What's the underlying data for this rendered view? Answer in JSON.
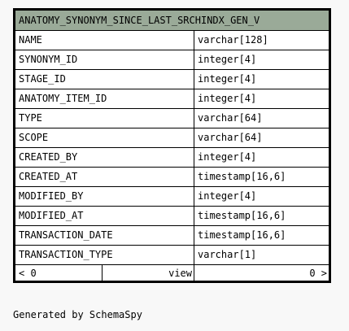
{
  "table": {
    "name": "ANATOMY_SYNONYM_SINCE_LAST_SRCHINDX_GEN_V",
    "columns": [
      {
        "name": "NAME",
        "type": "varchar[128]"
      },
      {
        "name": "SYNONYM_ID",
        "type": "integer[4]"
      },
      {
        "name": "STAGE_ID",
        "type": "integer[4]"
      },
      {
        "name": "ANATOMY_ITEM_ID",
        "type": "integer[4]"
      },
      {
        "name": "TYPE",
        "type": "varchar[64]"
      },
      {
        "name": "SCOPE",
        "type": "varchar[64]"
      },
      {
        "name": "CREATED_BY",
        "type": "integer[4]"
      },
      {
        "name": "CREATED_AT",
        "type": "timestamp[16,6]"
      },
      {
        "name": "MODIFIED_BY",
        "type": "integer[4]"
      },
      {
        "name": "MODIFIED_AT",
        "type": "timestamp[16,6]"
      },
      {
        "name": "TRANSACTION_DATE",
        "type": "timestamp[16,6]"
      },
      {
        "name": "TRANSACTION_TYPE",
        "type": "varchar[1]"
      }
    ],
    "footer": {
      "parents": "< 0",
      "kind": "view",
      "children": "0 >"
    }
  },
  "credit": "Generated by SchemaSpy"
}
